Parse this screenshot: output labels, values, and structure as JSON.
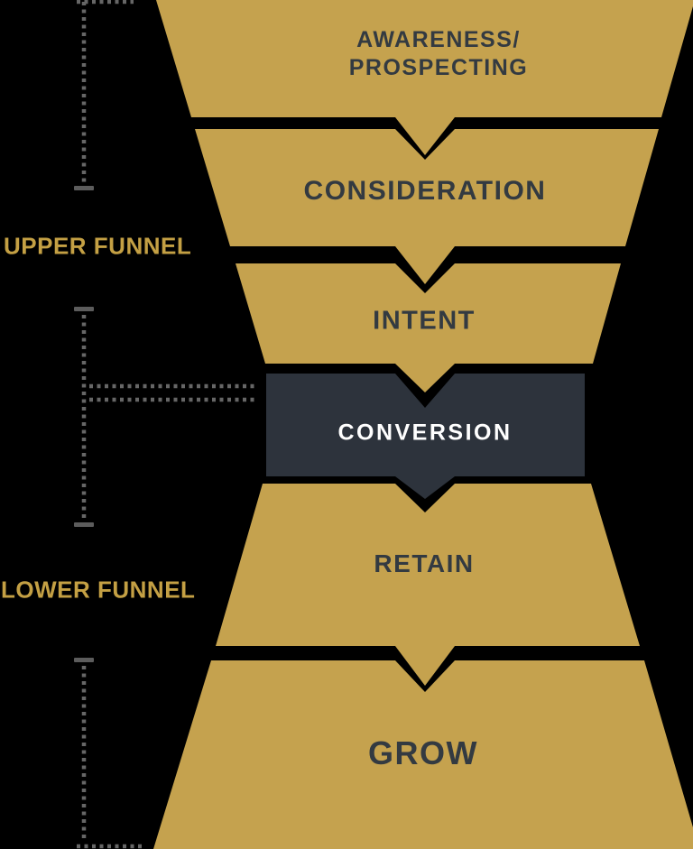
{
  "diagram_type": "marketing-funnel",
  "colors": {
    "background": "#000000",
    "gold": "#C5A24E",
    "dark": "#2D333C",
    "text_dark": "#333A41",
    "text_light": "#FFFFFF",
    "dash": "#666666",
    "tick": "#5C5C5C",
    "side_label": "#C4A044"
  },
  "funnel": {
    "sections": [
      {
        "id": "awareness",
        "lines": [
          "AWARENESS/",
          "PROSPECTING"
        ],
        "highlighted": false
      },
      {
        "id": "consideration",
        "label": "CONSIDERATION",
        "highlighted": false
      },
      {
        "id": "intent",
        "label": "INTENT",
        "highlighted": false
      },
      {
        "id": "conversion",
        "label": "CONVERSION",
        "highlighted": true
      },
      {
        "id": "retain",
        "label": "RETAIN",
        "highlighted": false
      },
      {
        "id": "grow",
        "label": "GROW",
        "highlighted": false
      }
    ]
  },
  "annotations": {
    "upper_funnel": "UPPER FUNNEL",
    "lower_funnel": "LOWER FUNNEL"
  }
}
